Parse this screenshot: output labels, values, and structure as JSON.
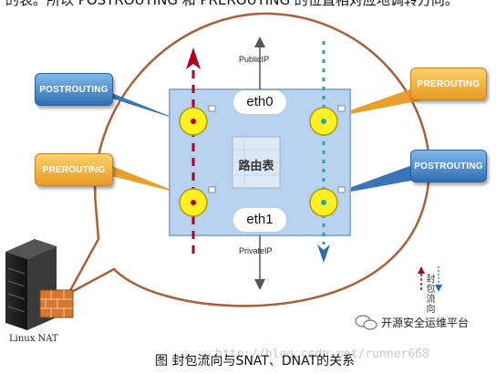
{
  "top_text": "的表。所以 POSTROUTING 和 PREROUTING 的位置相对应地调转方向。",
  "callouts": {
    "left_top": "POSTROUTING",
    "left_bottom": "PREROUTING",
    "right_top": "PREROUTING",
    "right_bottom": "POSTROUTING"
  },
  "interfaces": {
    "top": "eth0",
    "bottom": "eth1"
  },
  "ips": {
    "public": "PublicIP",
    "private": "PrivateIP"
  },
  "route_table": "路由表",
  "legend": "封包流向",
  "server_label": "Linux NAT",
  "brand": "开源安全运维平台",
  "watermark": "http://blog.csdn.net/runner668",
  "caption": "图 封包流向与SNAT、DNAT的关系",
  "colors": {
    "accent_red": "#b3001b",
    "accent_teal": "#2aa4a4",
    "bubble_border": "#a9603a",
    "box_fill": "#b7d1ef",
    "hook_yellow": "#ffee22"
  }
}
